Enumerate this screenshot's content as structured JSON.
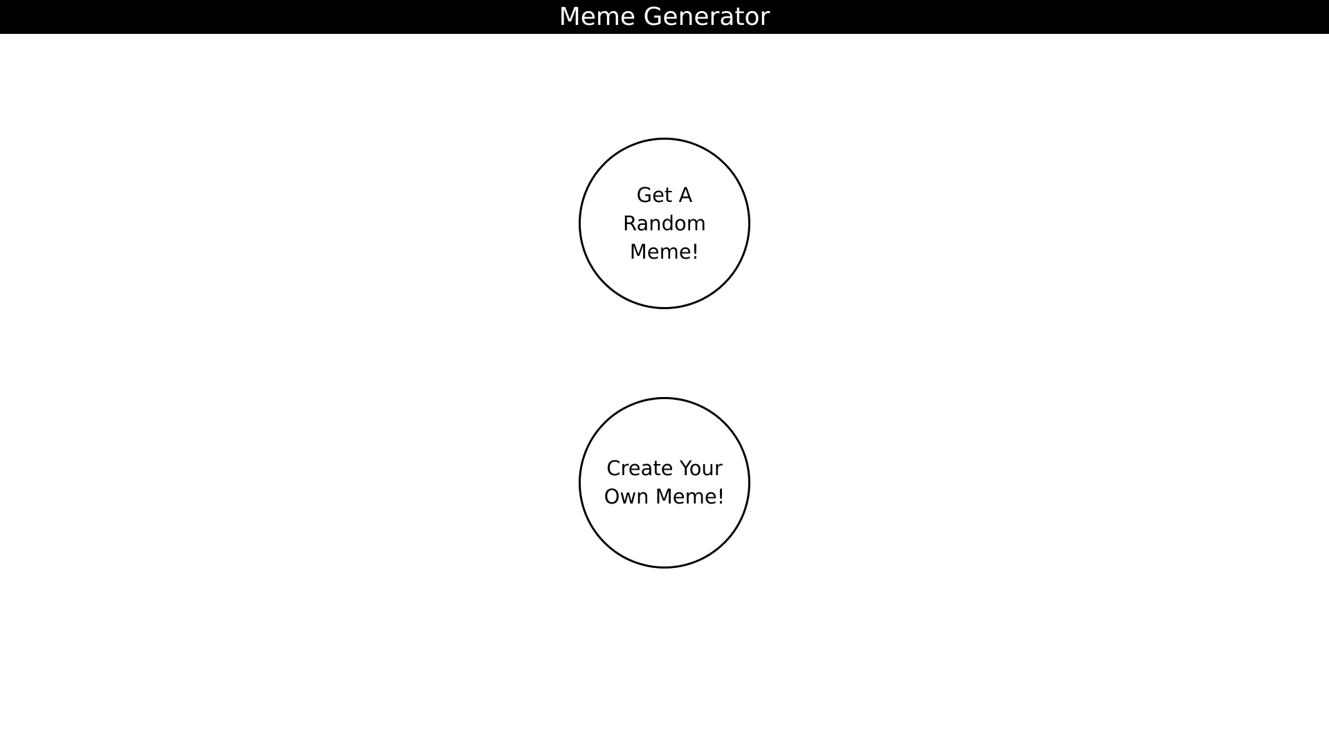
{
  "header": {
    "title": "Meme Generator"
  },
  "actions": {
    "random_label": "Get A Random Meme!",
    "create_label": "Create Your Own Meme!"
  },
  "colors": {
    "header_bg": "#000000",
    "header_text": "#ffffff",
    "button_border": "#000000"
  }
}
